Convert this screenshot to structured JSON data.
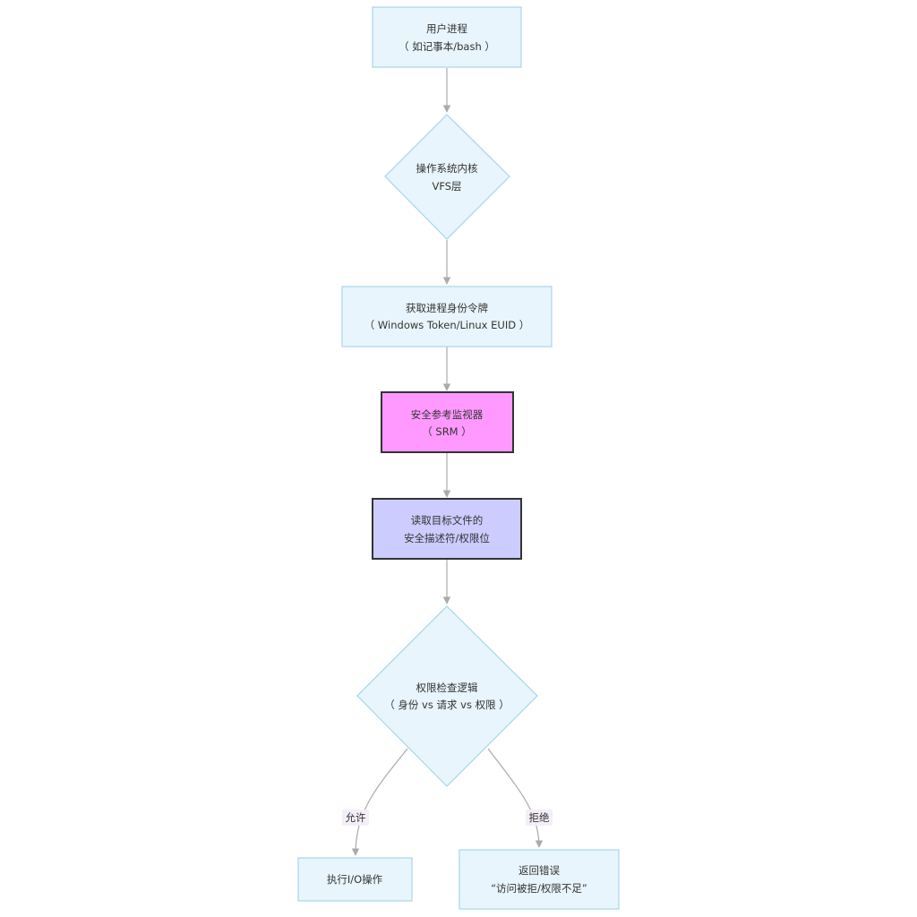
{
  "colors": {
    "process_fill": "#e8f5fc",
    "process_stroke": "#a9d4ec",
    "highlight_pink_fill": "#ff99ff",
    "highlight_purple_fill": "#ccccff",
    "highlight_stroke": "#333333",
    "edge": "#aaaaaa",
    "edge_label_bg": "#f3eef8"
  },
  "nodes": {
    "user_process": {
      "shape": "rect",
      "line1": "用户进程",
      "line2": "（ 如记事本/bash ）"
    },
    "kernel_vfs": {
      "shape": "diamond",
      "line1": "操作系统内核",
      "line2": "VFS层"
    },
    "get_token": {
      "shape": "rect",
      "line1": "获取进程身份令牌",
      "line2": "（ Windows Token/Linux EUID ）"
    },
    "srm": {
      "shape": "rect",
      "style": "pink",
      "line1": "安全参考监视器",
      "line2": "（ SRM ）"
    },
    "read_descriptor": {
      "shape": "rect",
      "style": "purple",
      "line1": "读取目标文件的",
      "line2": "安全描述符/权限位"
    },
    "permission_check": {
      "shape": "diamond",
      "line1": "权限检查逻辑",
      "line2": "（ 身份 vs 请求 vs 权限 ）"
    },
    "exec_io": {
      "shape": "rect",
      "line1": "执行I/O操作"
    },
    "return_error": {
      "shape": "rect",
      "line1": "返回错误",
      "line2": "“访问被拒/权限不足”"
    }
  },
  "edges": {
    "allow_label": "允许",
    "deny_label": "拒绝"
  }
}
